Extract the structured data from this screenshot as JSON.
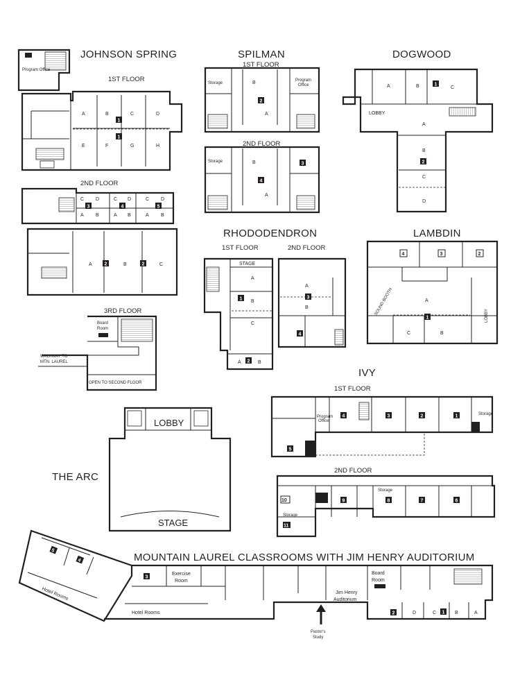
{
  "buildings": {
    "johnson_spring": {
      "title": "JOHNSON SPRING",
      "floor1": "1ST FLOOR",
      "floor2": "2ND FLOOR",
      "floor3": "3RD FLOOR",
      "program_office": "Program Office",
      "rooms1_top": [
        "A",
        "B",
        "C",
        "D"
      ],
      "rooms1_bottom": [
        "E",
        "F",
        "G",
        "H"
      ],
      "room_num_1": "1",
      "rooms2": [
        "C",
        "D",
        "A",
        "B",
        "C",
        "D",
        "A",
        "B",
        "C",
        "D",
        "A",
        "B"
      ],
      "rooms2_nums": [
        "3",
        "4",
        "5"
      ],
      "rooms2_lower": [
        "A",
        "B",
        "C"
      ],
      "rooms2_lower_nums": [
        "2",
        "2"
      ],
      "board_room": "Board Room",
      "walkway": "WALKWAY TO MTN. LAUREL",
      "walkway_line1": "WALKWAY TO",
      "walkway_line2": "MTN. LAUREL",
      "open": "OPEN TO SECOND FLOOR"
    },
    "spilman": {
      "title": "SPILMAN",
      "floor1": "1ST FLOOR",
      "floor2": "2ND FLOOR",
      "storage": "Storage",
      "program_office": "Program Office",
      "rooms1": [
        "B",
        "A"
      ],
      "room_num1": "2",
      "rooms2": [
        "B",
        "A"
      ],
      "room_num2": "4",
      "room_num3": "3"
    },
    "dogwood": {
      "title": "DOGWOOD",
      "lobby": "LOBBY",
      "rooms_top": [
        "A",
        "B",
        "C"
      ],
      "room_num_top": "1",
      "rooms_wing": [
        "A",
        "B",
        "C",
        "D"
      ],
      "room_num_wing": "2"
    },
    "rhododendron": {
      "title": "RHODODENDRON",
      "floor1": "1ST FLOOR",
      "floor2": "2ND FLOOR",
      "stage": "STAGE",
      "rooms1": [
        "A",
        "B",
        "C"
      ],
      "room_num1": "1",
      "rooms1_lower": [
        "A",
        "B"
      ],
      "room_num1_lower": "2",
      "rooms2": [
        "A",
        "B"
      ],
      "room_num2": "3",
      "room_num2b": "4"
    },
    "lambdin": {
      "title": "LAMBDIN",
      "lobby": "LOBBY",
      "sound_booth": "SOUND BOOTH",
      "top_nums": [
        "4",
        "3",
        "2"
      ],
      "rooms": [
        "A",
        "C",
        "B"
      ],
      "room_num": "1"
    },
    "ivy": {
      "title": "IVY",
      "floor1": "1ST FLOOR",
      "floor2": "2ND FLOOR",
      "program_office": "Program Office",
      "storage": "Storage",
      "floor1_nums": [
        "4",
        "3",
        "2",
        "1",
        "5"
      ],
      "floor2_nums": [
        "10",
        "9",
        "8",
        "7",
        "6",
        "11"
      ]
    },
    "the_arc": {
      "title": "THE ARC",
      "lobby": "LOBBY",
      "stage": "STAGE"
    },
    "mountain_laurel": {
      "title": "MOUNTAIN LAUREL CLASSROOMS  WITH JIM HENRY AUDITORIUM",
      "hotel_rooms": "Hotel Rooms",
      "exercise_room": "Exercise Room",
      "board_room": "Board Room",
      "auditorium": "Jim Henry Auditorium",
      "pastors_study": "Pastor's Study",
      "nums": [
        "5",
        "4",
        "3",
        "2",
        "1"
      ],
      "rooms": [
        "D",
        "C",
        "B",
        "A"
      ]
    }
  }
}
